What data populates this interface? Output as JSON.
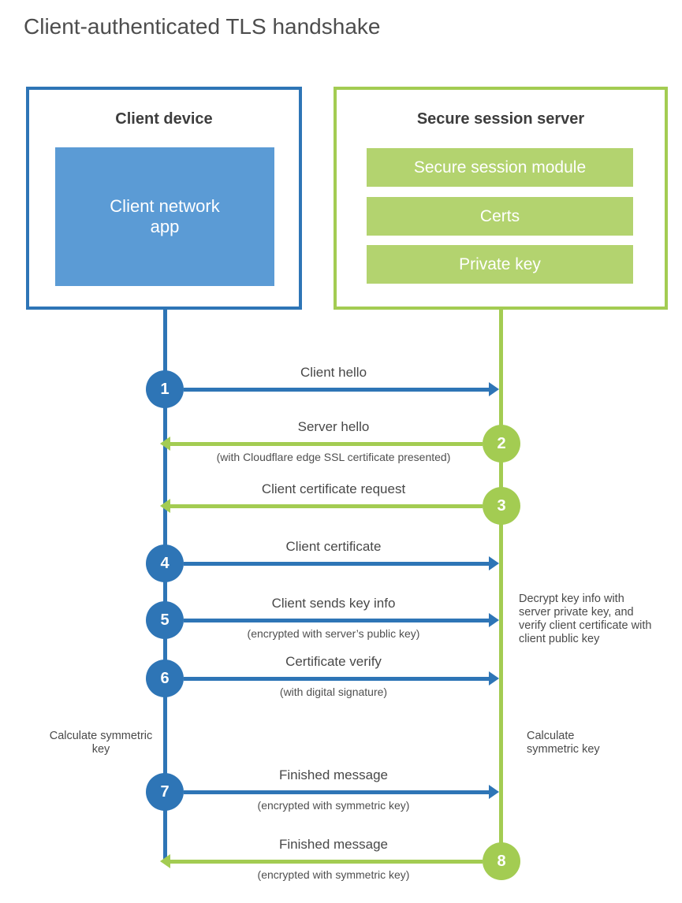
{
  "title": "Client-authenticated TLS handshake",
  "client": {
    "title": "Client device",
    "app_label": "Client network app"
  },
  "server": {
    "title": "Secure session server",
    "modules": [
      "Secure session module",
      "Certs",
      "Private key"
    ]
  },
  "messages": [
    {
      "number": "1",
      "from": "client",
      "label": "Client hello",
      "sublabel": ""
    },
    {
      "number": "2",
      "from": "server",
      "label": "Server hello",
      "sublabel": "(with Cloudflare edge SSL certificate presented)"
    },
    {
      "number": "3",
      "from": "server",
      "label": "Client certificate request",
      "sublabel": ""
    },
    {
      "number": "4",
      "from": "client",
      "label": "Client certificate",
      "sublabel": ""
    },
    {
      "number": "5",
      "from": "client",
      "label": "Client sends key info",
      "sublabel": "(encrypted with server’s public key)"
    },
    {
      "number": "6",
      "from": "client",
      "label": "Certificate verify",
      "sublabel": "(with digital signature)"
    },
    {
      "number": "7",
      "from": "client",
      "label": "Finished message",
      "sublabel": "(encrypted with symmetric key)"
    },
    {
      "number": "8",
      "from": "server",
      "label": "Finished message",
      "sublabel": "(encrypted with symmetric key)"
    }
  ],
  "notes": {
    "decrypt": "Decrypt key info with server private key, and verify client certificate with client public key",
    "calc_left": "Calculate symmetric key",
    "calc_right": "Calculate symmetric key"
  },
  "colors": {
    "blue": "#2E75B6",
    "blue_fill": "#5B9BD5",
    "green": "#A3CC52",
    "green_fill": "#B3D36F"
  }
}
